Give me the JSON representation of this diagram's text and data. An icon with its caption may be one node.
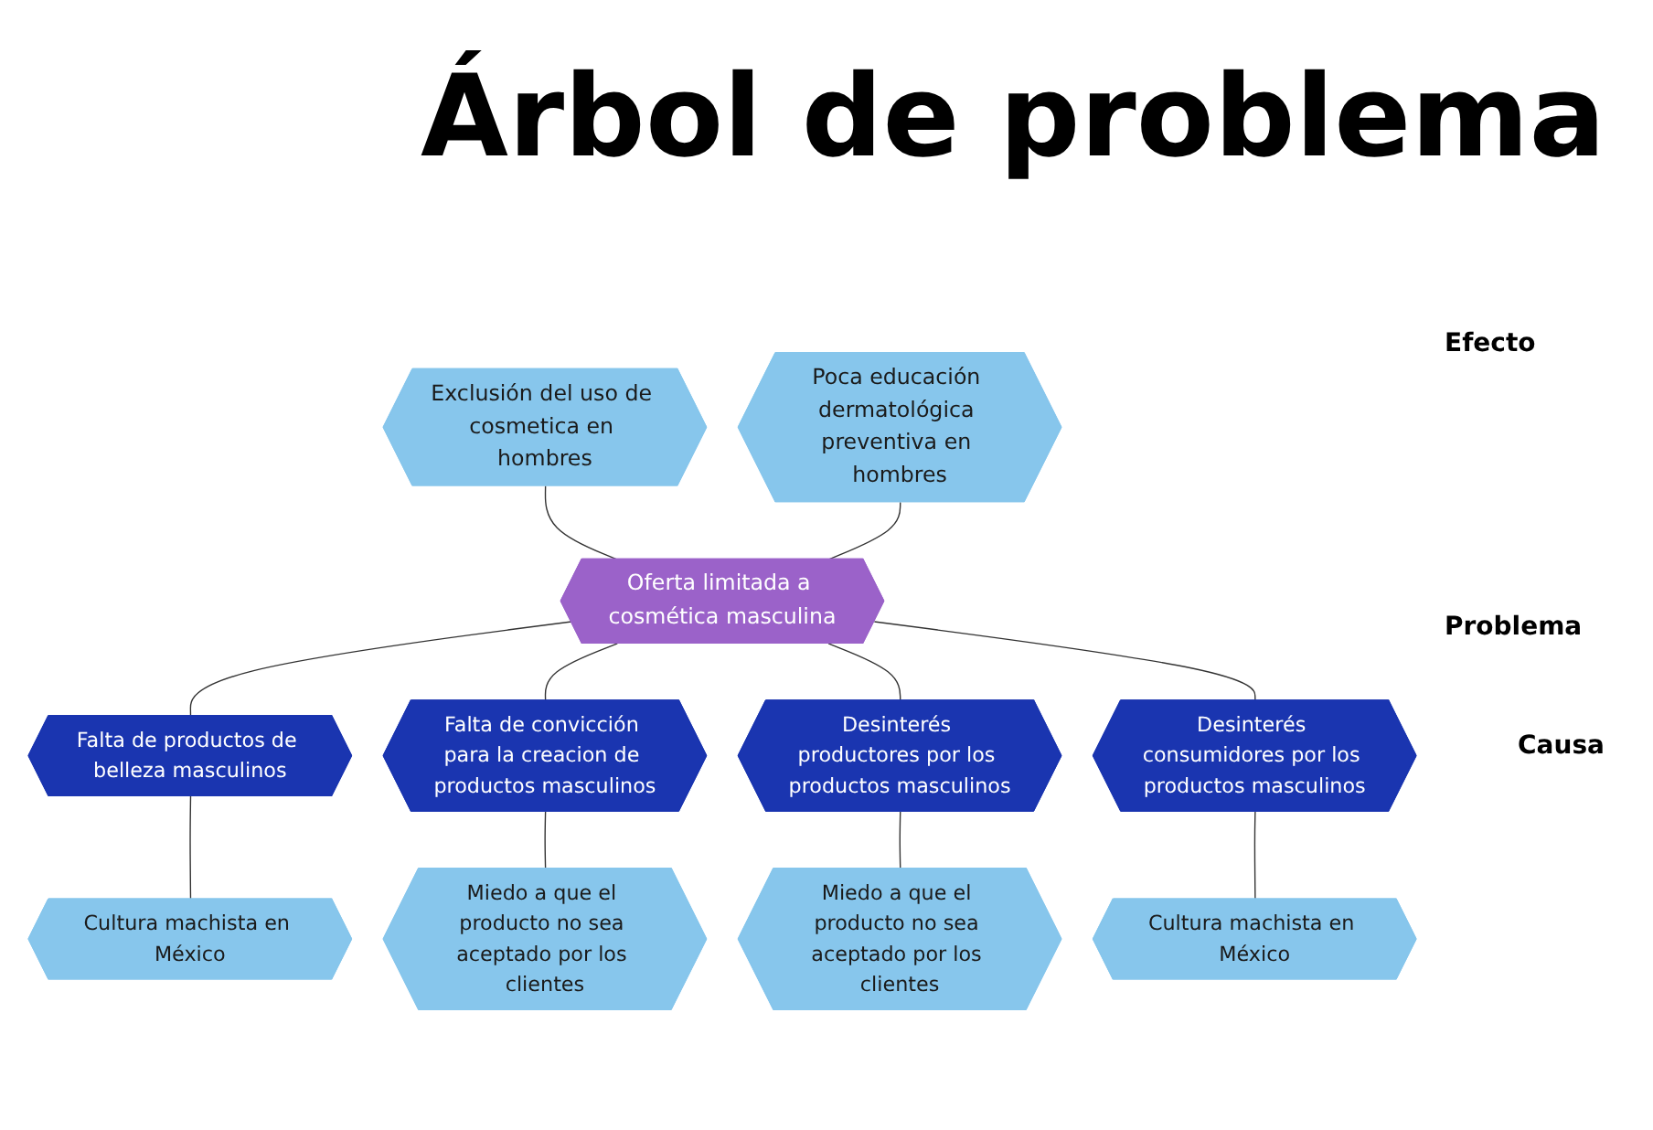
{
  "diagram": {
    "title": "Árbol de problema",
    "nodes": [
      {
        "text": [
          "Exclusión del uso de cosmetica en hombres"
        ]
      },
      {
        "text": [
          "Poca educación dermatológica preventiva en hombres"
        ]
      },
      {
        "text": [
          "Oferta limitada a cosmética masculina"
        ]
      },
      {
        "text": [
          "Falta de productos de belleza masculinos"
        ]
      },
      {
        "text": [
          "Falta de convicción para la creacion de productos masculinos"
        ]
      },
      {
        "text": [
          "Desinterés productores por los productos masculinos"
        ]
      },
      {
        "text": [
          "Desinterés consumidores por los productos masculinos"
        ]
      },
      {
        "text": [
          "Cultura machista en México"
        ]
      },
      {
        "text": [
          "Miedo a que el producto no sea aceptado por los clientes"
        ]
      },
      {
        "text": [
          "Miedo a que el producto no sea aceptado por los clientes"
        ]
      },
      {
        "text": [
          "Cultura machista en México"
        ]
      }
    ],
    "edges": [
      {
        "from": 0,
        "to": 2,
        "arrow": "none"
      },
      {
        "from": 1,
        "to": 2,
        "arrow": "none"
      },
      {
        "from": 2,
        "to": 3,
        "arrow": "none"
      },
      {
        "from": 2,
        "to": 4,
        "arrow": "none"
      },
      {
        "from": 2,
        "to": 5,
        "arrow": "none"
      },
      {
        "from": 2,
        "to": 6,
        "arrow": "none"
      },
      {
        "from": 3,
        "to": 7,
        "arrow": "none"
      },
      {
        "from": 4,
        "to": 8,
        "arrow": "none"
      },
      {
        "from": 5,
        "to": 9,
        "arrow": "none"
      },
      {
        "from": 6,
        "to": 10,
        "arrow": "none"
      }
    ],
    "labels": [
      "Efecto",
      "Problema",
      "Causa"
    ]
  }
}
